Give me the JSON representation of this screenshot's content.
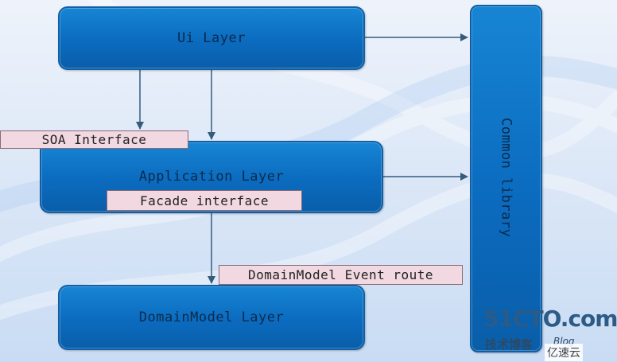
{
  "layers": {
    "ui": "Ui Layer",
    "application": "Application Layer",
    "domain_model": "DomainModel Layer",
    "common_library": "Common library"
  },
  "interfaces": {
    "soa": "SOA Interface",
    "facade": "Facade interface",
    "domain_event_route": "DomainModel Event route"
  },
  "watermark": {
    "site": "51CTO.com",
    "sub": "技术博客",
    "blog": "Blog",
    "brand": "亿速云"
  },
  "colors": {
    "layer_fill": "#0b6bbf",
    "tag_fill": "#f2d8e0",
    "arrow": "#355c7d"
  }
}
